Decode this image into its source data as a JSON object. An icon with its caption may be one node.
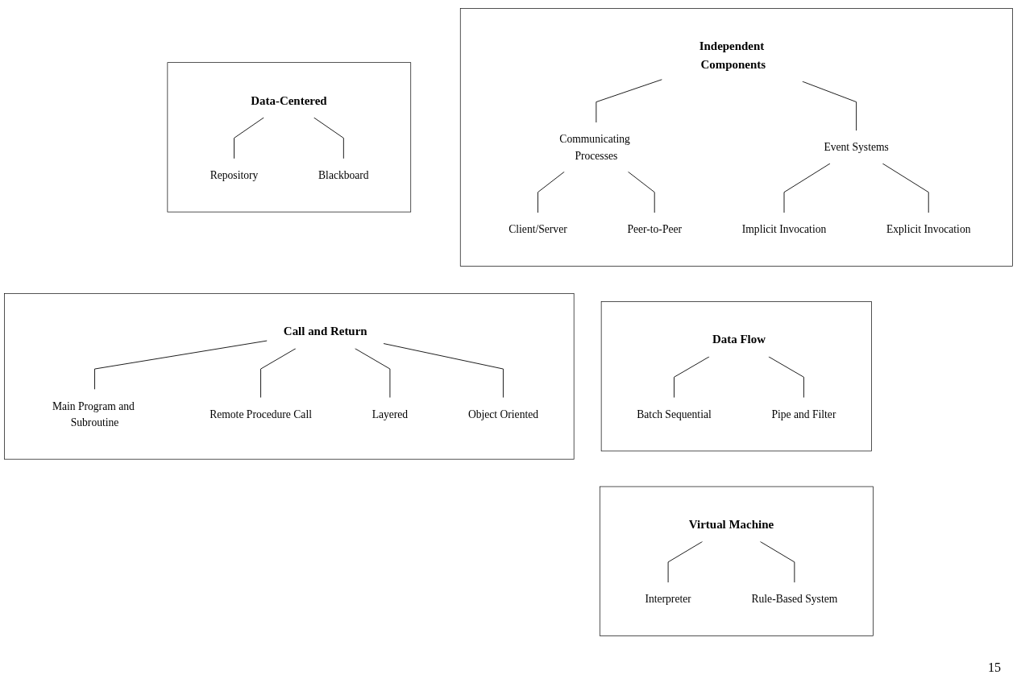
{
  "diagram": {
    "nodes": [
      {
        "text": [],
        "shape": "box"
      },
      {
        "text": [
          "Independent Components"
        ],
        "in": 0
      },
      {
        "text": [
          "Communicating Processes"
        ],
        "in": 0
      },
      {
        "text": [
          "Event Systems"
        ],
        "in": 0
      },
      {
        "text": [
          "Client/Server"
        ],
        "in": 0
      },
      {
        "text": [
          "Peer-to-Peer"
        ],
        "in": 0
      },
      {
        "text": [
          "Implicit Invocation"
        ],
        "in": 0
      },
      {
        "text": [
          "Explicit Invocation"
        ],
        "in": 0
      },
      {
        "text": [],
        "shape": "box"
      },
      {
        "text": [
          "Data Flow"
        ],
        "in": 8
      },
      {
        "text": [
          "Batch Sequential"
        ],
        "in": 8
      },
      {
        "text": [
          "Pipe and Filter"
        ],
        "in": 8
      },
      {
        "text": [],
        "shape": "box"
      },
      {
        "text": [
          "Data-Centered"
        ],
        "in": 12
      },
      {
        "text": [
          "Repository"
        ],
        "in": 12
      },
      {
        "text": [
          "Blackboard"
        ],
        "in": 12
      },
      {
        "text": [],
        "shape": "box"
      },
      {
        "text": [
          "Virtual Machine"
        ],
        "in": 16
      },
      {
        "text": [
          "Interpreter"
        ],
        "in": 16
      },
      {
        "text": [
          "Rule-Based System"
        ],
        "in": 16
      },
      {
        "text": [],
        "shape": "box"
      },
      {
        "text": [
          "Call and Return"
        ],
        "in": 20
      },
      {
        "text": [
          "Main Program and Subroutine"
        ],
        "in": 20
      },
      {
        "text": [
          "Remote Procedure Call"
        ],
        "in": 20
      },
      {
        "text": [
          "Layered"
        ],
        "in": 20
      },
      {
        "text": [
          "Object Oriented"
        ],
        "in": 20
      }
    ],
    "edges": [
      {
        "from": 1,
        "to": 2,
        "arrow": "none"
      },
      {
        "from": 1,
        "to": 3,
        "arrow": "none"
      },
      {
        "from": 2,
        "to": 4,
        "arrow": "none"
      },
      {
        "from": 2,
        "to": 5,
        "arrow": "none"
      },
      {
        "from": 3,
        "to": 6,
        "arrow": "none"
      },
      {
        "from": 3,
        "to": 7,
        "arrow": "none"
      },
      {
        "from": 9,
        "to": 10,
        "arrow": "none"
      },
      {
        "from": 9,
        "to": 11,
        "arrow": "none"
      },
      {
        "from": 13,
        "to": 14,
        "arrow": "none"
      },
      {
        "from": 13,
        "to": 15,
        "arrow": "none"
      },
      {
        "from": 17,
        "to": 18,
        "arrow": "none"
      },
      {
        "from": 17,
        "to": 19,
        "arrow": "none"
      },
      {
        "from": 21,
        "to": 22,
        "arrow": "none"
      },
      {
        "from": 21,
        "to": 23,
        "arrow": "none"
      },
      {
        "from": 21,
        "to": 24,
        "arrow": "none"
      },
      {
        "from": 21,
        "to": 25,
        "arrow": "none"
      }
    ],
    "labels": [
      "15"
    ]
  }
}
